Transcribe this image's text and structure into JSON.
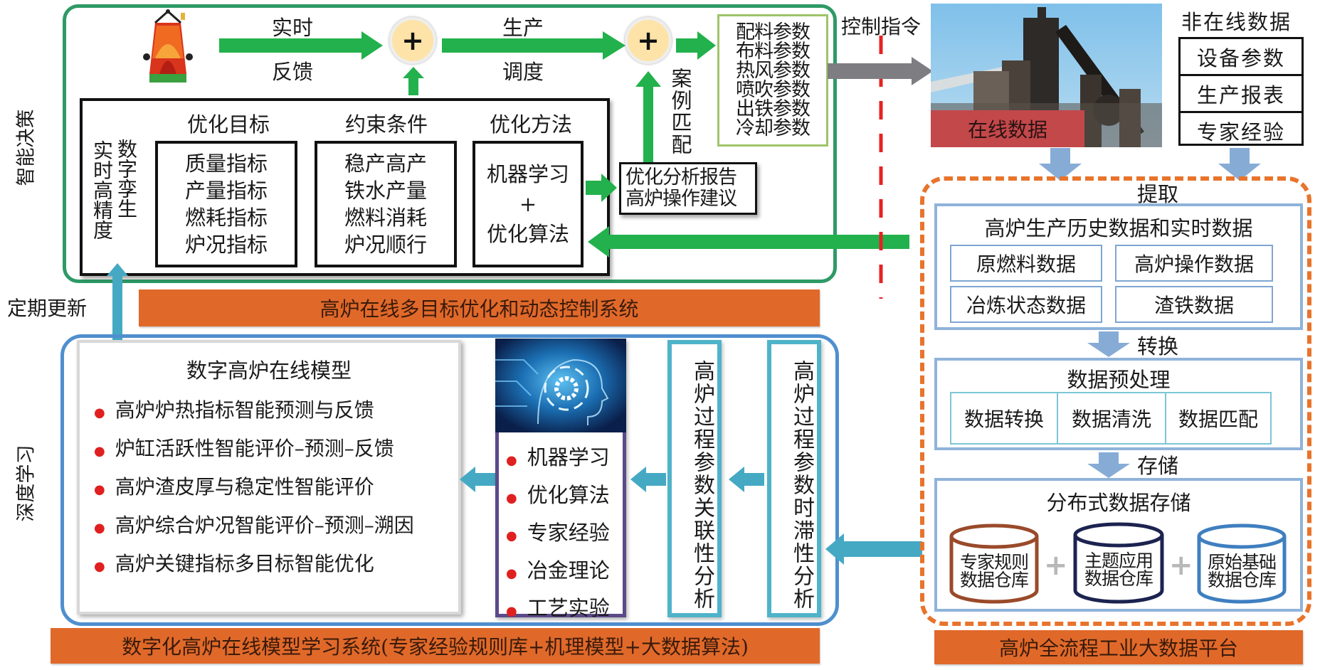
{
  "side_labels": {
    "intelligent_decision": "智能决策",
    "periodic_update": "定期更新",
    "deep_learning": "深度学习"
  },
  "top_system": {
    "flow_labels": {
      "realtime": "实时",
      "feedback": "反馈",
      "production": "生产",
      "dispatch": "调度",
      "case_matching": "案例匹配"
    },
    "plus_symbol": "+",
    "digital_twin": {
      "label_a": "实时高精度",
      "label_b": "数字孪生"
    },
    "columns": [
      {
        "heading": "优化目标",
        "items": [
          "质量指标",
          "产量指标",
          "燃耗指标",
          "炉况指标"
        ]
      },
      {
        "heading": "约束条件",
        "items": [
          "稳产高产",
          "铁水产量",
          "燃料消耗",
          "炉况顺行"
        ]
      },
      {
        "heading": "优化方法",
        "items": [
          "机器学习",
          "+",
          "优化算法"
        ]
      }
    ],
    "report_box": [
      "优化分析报告",
      "高炉操作建议"
    ],
    "params": [
      "配料参数",
      "布料参数",
      "热风参数",
      "喷吹参数",
      "出铁参数",
      "冷却参数"
    ],
    "control_command": "控制指令",
    "bar_title": "高炉在线多目标优化和动态控制系统"
  },
  "bottom_system": {
    "model_box": {
      "title": "数字高炉在线模型",
      "items": [
        "高炉炉热指标智能预测与反馈",
        "炉缸活跃性智能评价–预测–反馈",
        "高炉渣皮厚与稳定性智能评价",
        "高炉综合炉况智能评价–预测–溯因",
        "高炉关键指标多目标智能优化"
      ]
    },
    "method_box": {
      "image_label": "ai-head-image",
      "items": [
        "机器学习",
        "优化算法",
        "专家经验",
        "冶金理论",
        "工艺实验"
      ]
    },
    "correlation_analysis": "高炉过程参数关联性分析",
    "time_lag_analysis": "高炉过程参数时滞性分析",
    "bar_title": "数字化高炉在线模型学习系统(专家经验规则库+机理模型+大数据算法)"
  },
  "right_platform": {
    "online_data": "在线数据",
    "offline_title": "非在线数据",
    "offline_items": [
      "设备参数",
      "生产报表",
      "专家经验"
    ],
    "extract_label": "提取",
    "history_box": {
      "title": "高炉生产历史数据和实时数据",
      "cells": [
        "原燃料数据",
        "高炉操作数据",
        "冶炼状态数据",
        "渣铁数据"
      ]
    },
    "transform_label": "转换",
    "preprocess_box": {
      "title": "数据预处理",
      "cells": [
        "数据转换",
        "数据清洗",
        "数据匹配"
      ]
    },
    "store_label": "存储",
    "storage_box": {
      "title": "分布式数据存储",
      "warehouses": [
        {
          "line1": "专家规则",
          "line2": "数据仓库",
          "color": "#9a4a2a"
        },
        {
          "line1": "主题应用",
          "line2": "数据仓库",
          "color": "#1c2350"
        },
        {
          "line1": "原始基础",
          "line2": "数据仓库",
          "color": "#3f7fc0"
        }
      ],
      "plus_symbol": "+"
    },
    "bar_title": "高炉全流程工业大数据平台"
  },
  "colors": {
    "green_arrow": "#22b14c",
    "teal_arrow": "#45a9c4",
    "light_blue_arrow": "#86acd6",
    "orange": "#e0692a",
    "red_dash": "#e52222",
    "grey_arrow": "#7d7d82"
  }
}
